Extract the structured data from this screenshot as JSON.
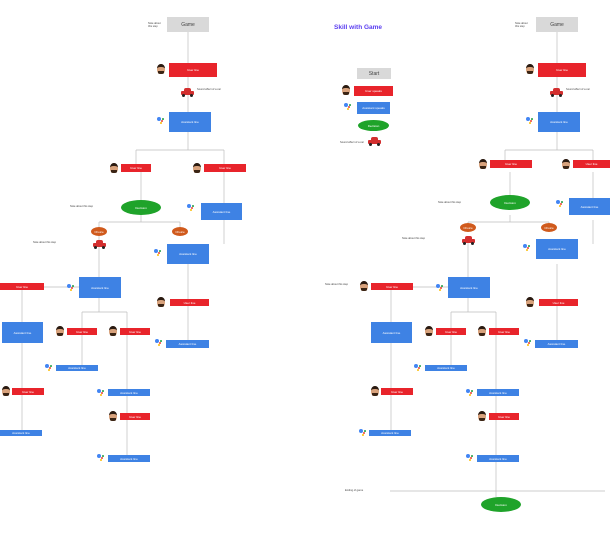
{
  "title": "Skill with Game",
  "legend": {
    "start": "Start",
    "user_speaks": "User speaks",
    "assistant_speaks": "Assistant speaks",
    "decision": "Decision",
    "sound_effect": "Sound effect",
    "sound_effect_label": "Sound effect of a car"
  },
  "game_label": "Game",
  "start_label": "Start",
  "ending_label": "Ending of game",
  "user_line": "User line",
  "assistant_line": "Assistant line",
  "choice_label": "Choice",
  "note_label": "Note about this step",
  "colors": {
    "user": "#e8242b",
    "assistant": "#3e82e4",
    "decision": "#1fa32a",
    "option": "#d05a1c",
    "title": "#5a3df0"
  }
}
